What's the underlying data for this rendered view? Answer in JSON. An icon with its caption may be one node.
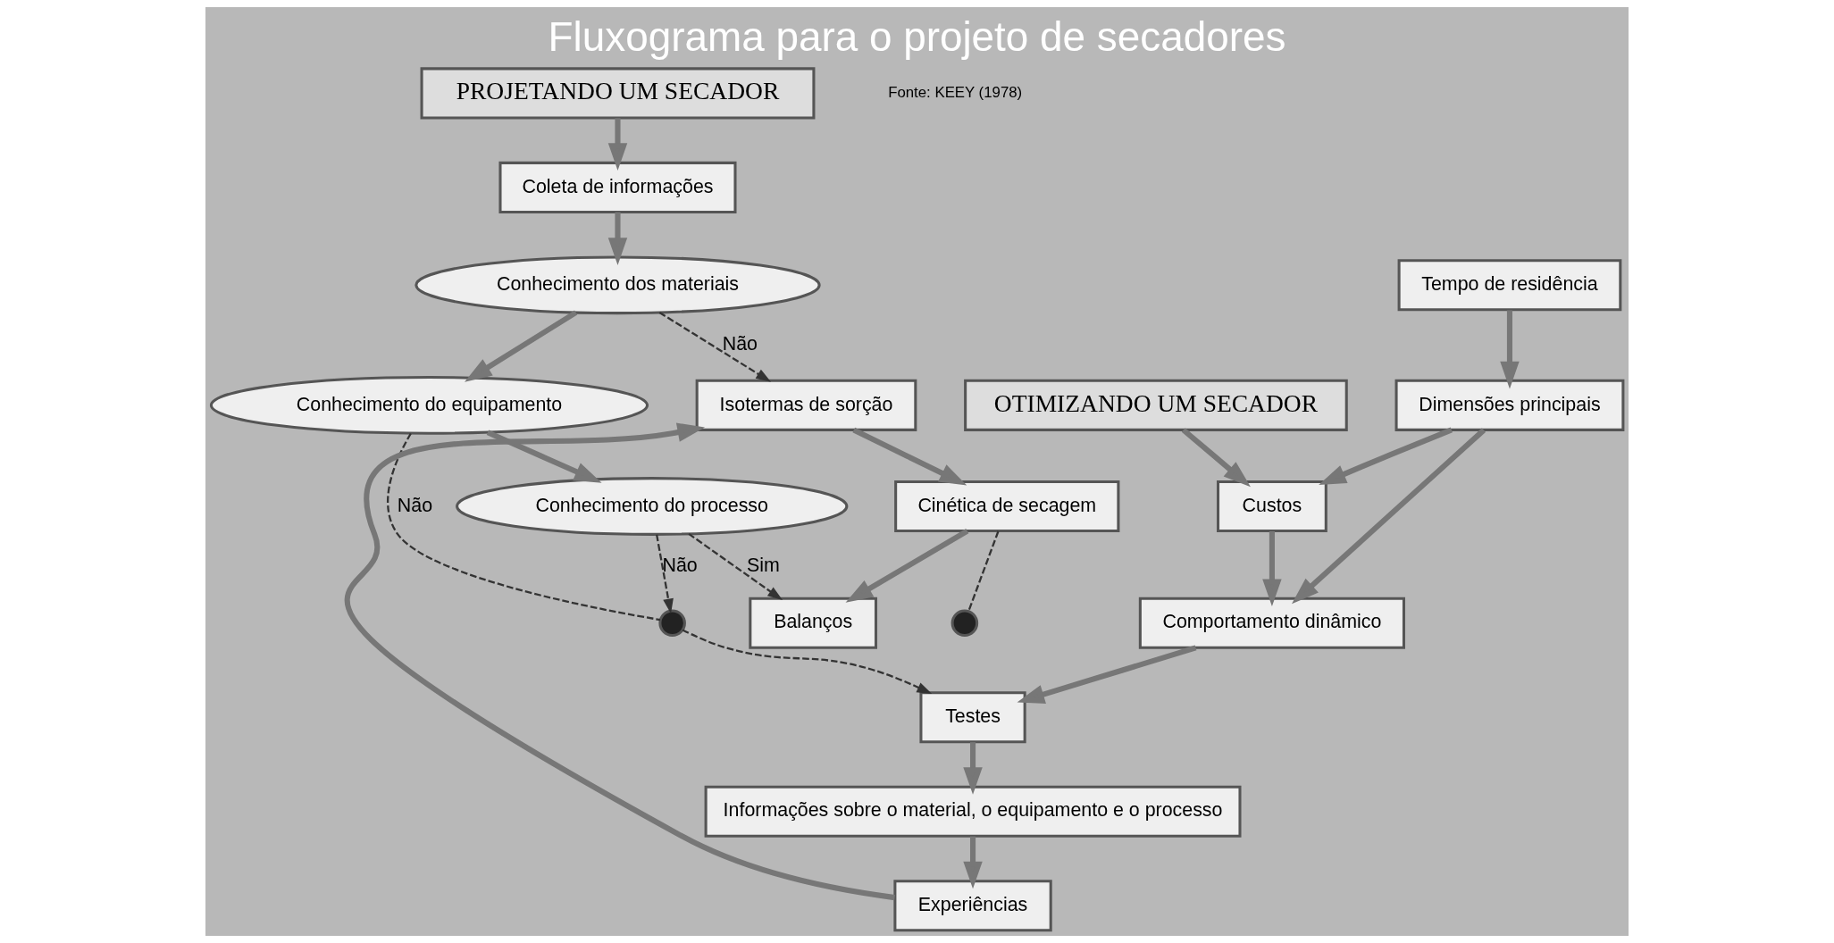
{
  "diagram": {
    "title": "Fluxograma para o projeto de secadores",
    "nodes": [
      {
        "text": [
          "PROJETANDO UM SECADOR"
        ]
      },
      {
        "text": [
          "Coleta de informações"
        ]
      },
      {
        "text": [
          "Conhecimento dos materiais"
        ]
      },
      {
        "text": [
          "Conhecimento do equipamento"
        ]
      },
      {
        "text": [
          "Conhecimento do processo"
        ]
      },
      {
        "text": [],
        "shape": "circle"
      },
      {
        "text": [
          "Isotermas de sorção"
        ]
      },
      {
        "text": [
          "Cinética de secagem"
        ]
      },
      {
        "text": [
          "Balanços"
        ]
      },
      {
        "text": [
          "Tempo de residência"
        ]
      },
      {
        "text": [
          "Dimensões principais"
        ]
      },
      {
        "text": [
          "Custos"
        ]
      },
      {
        "text": [
          "Experiências"
        ]
      },
      {
        "text": [
          "Informações sobre o material, o equipamento e o processo"
        ]
      },
      {
        "text": [
          "Testes"
        ]
      },
      {
        "text": [
          "Comportamento dinâmico"
        ]
      },
      {
        "text": [
          "OTIMIZANDO UM SECADOR"
        ]
      },
      {
        "text": [],
        "shape": "circle"
      }
    ],
    "edges": [
      {
        "from": 0,
        "to": 1,
        "arrow": "to"
      },
      {
        "from": 1,
        "to": 2,
        "arrow": "to"
      },
      {
        "from": 2,
        "to": 3,
        "arrow": "to"
      },
      {
        "from": 3,
        "to": 4,
        "arrow": "to"
      },
      {
        "from": 2,
        "to": 6,
        "arrow": "to",
        "label": "Não",
        "style": "dashed"
      },
      {
        "from": 3,
        "to": 5,
        "arrow": "none",
        "label": "Não",
        "style": "dashed"
      },
      {
        "from": 4,
        "to": 5,
        "arrow": "to",
        "label": "Não",
        "style": "dashed"
      },
      {
        "from": 5,
        "to": 14,
        "arrow": "to",
        "style": "dashed"
      },
      {
        "from": 4,
        "to": 8,
        "arrow": "to",
        "label": "Sim",
        "style": "dashed"
      },
      {
        "from": 6,
        "to": 7,
        "arrow": "to"
      },
      {
        "from": 7,
        "to": 8,
        "arrow": "to"
      },
      {
        "from": 7,
        "to": 17,
        "arrow": "none",
        "style": "dashed"
      },
      {
        "from": 9,
        "to": 10,
        "arrow": "to"
      },
      {
        "from": 10,
        "to": 11,
        "arrow": "to"
      },
      {
        "from": 10,
        "to": 15,
        "arrow": "to"
      },
      {
        "from": 16,
        "to": 11,
        "arrow": "to"
      },
      {
        "from": 11,
        "to": 15,
        "arrow": "to"
      },
      {
        "from": 15,
        "to": 14,
        "arrow": "to"
      },
      {
        "from": 14,
        "to": 13,
        "arrow": "to"
      },
      {
        "from": 13,
        "to": 12,
        "arrow": "to"
      },
      {
        "from": 12,
        "to": 6,
        "arrow": "to"
      }
    ],
    "labels": [
      "Fonte: KEEY (1978)"
    ]
  }
}
